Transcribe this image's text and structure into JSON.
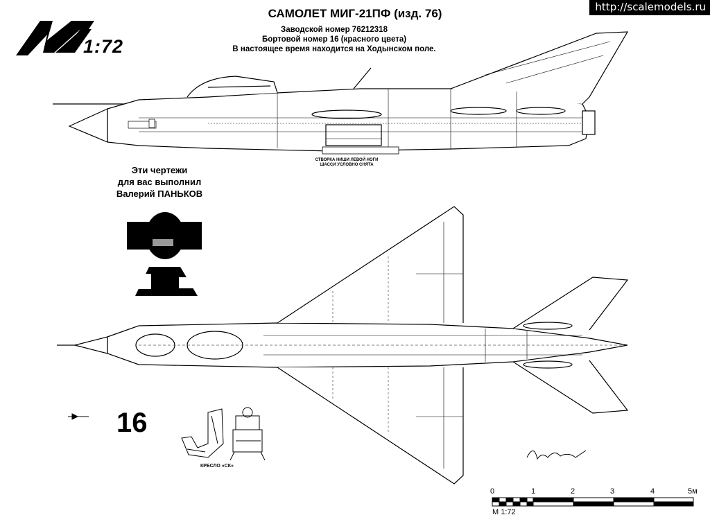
{
  "watermark_url": "http://scalemodels.ru",
  "logo": {
    "letter": "M",
    "scale": "1:72"
  },
  "title": "САМОЛЕТ МИГ-21ПФ (изд. 76)",
  "subtitle_lines": [
    "Заводской номер 76212318",
    "Бортовой номер 16 (красного цвета)",
    "В настоящее время находится на Ходынском поле."
  ],
  "credit_lines": [
    "Эти чертежи",
    "для вас выполнил",
    "Валерий ПАНЬКОВ"
  ],
  "gear_note_lines": [
    "СТВОРКА НИШИ ЛЕВОЙ НОГИ",
    "ШАССИ УСЛОВНО СНЯТА"
  ],
  "board_number": "16",
  "seat_caption": "КРЕСЛО «СК»",
  "signature": "Панков '97",
  "scale_bar": {
    "ticks": [
      "0",
      "1",
      "2",
      "3",
      "4",
      "5м"
    ],
    "label": "М 1:72"
  }
}
